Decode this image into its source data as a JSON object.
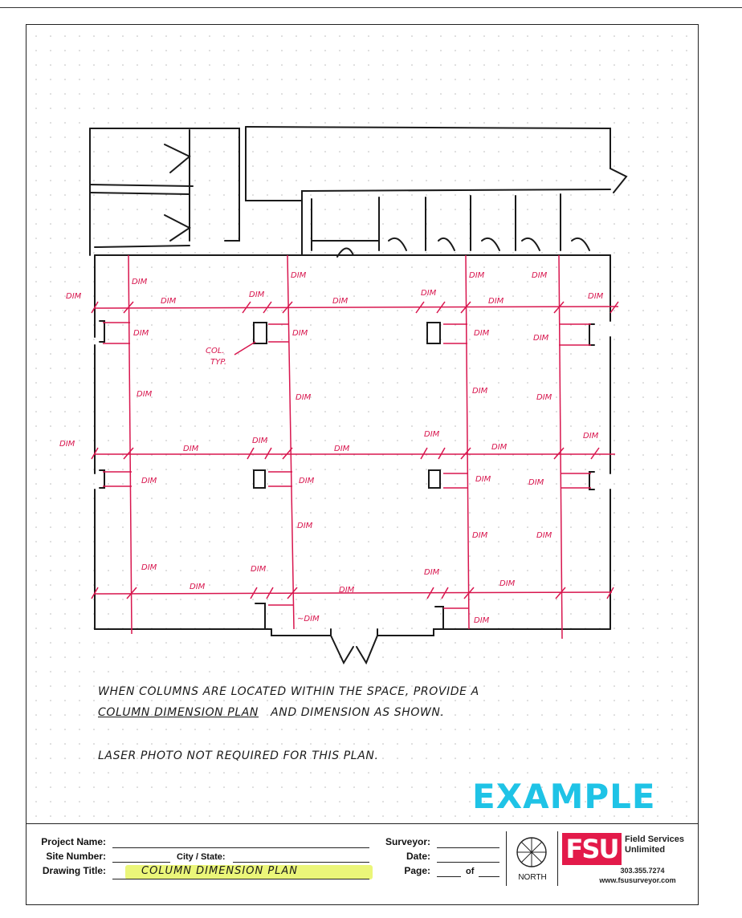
{
  "drawing": {
    "dimension_label": "DIM",
    "dimension_label_approx": "~DIM",
    "callout_col": "COL.",
    "callout_typ": "TYP.",
    "dimension_color": "#d8164e",
    "wall_color": "#1a1a1a"
  },
  "notes": {
    "line1_before": "WHEN COLUMNS ARE LOCATED WITHIN THE SPACE, PROVIDE A",
    "line2_underlined": "COLUMN DIMENSION PLAN",
    "line2_after": "AND DIMENSION AS SHOWN.",
    "line3": "LASER PHOTO NOT REQUIRED FOR THIS PLAN."
  },
  "stamp": {
    "text": "EXAMPLE",
    "color": "#1fc3e6"
  },
  "title_block": {
    "project_name_label": "Project Name:",
    "site_number_label": "Site Number:",
    "city_state_label": "City / State:",
    "drawing_title_label": "Drawing Title:",
    "drawing_title_value": "COLUMN DIMENSION PLAN",
    "surveyor_label": "Surveyor:",
    "date_label": "Date:",
    "page_label": "Page:",
    "of_label": "of",
    "north_label": "NORTH",
    "highlight_color": "#e8f561"
  },
  "company": {
    "logo_text": "FSU",
    "name_line1": "Field Services",
    "name_line2": "Unlimited",
    "phone": "303.355.7274",
    "website": "www.fsusurveyor.com",
    "brand_color": "#e31a4a"
  }
}
